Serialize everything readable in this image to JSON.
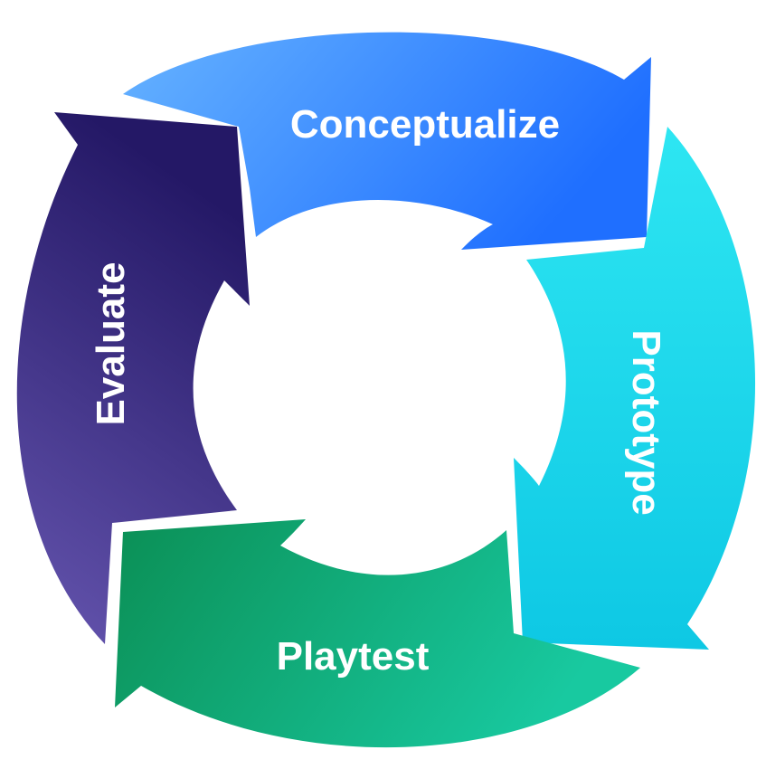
{
  "stages": [
    {
      "label": "Conceptualize",
      "color_start": "#66b3ff",
      "color_end": "#1f6fff"
    },
    {
      "label": "Prototype",
      "color_start": "#2ee6f2",
      "color_end": "#0ec8e4"
    },
    {
      "label": "Playtest",
      "color_start": "#18c9a0",
      "color_end": "#0b8f55"
    },
    {
      "label": "Evaluate",
      "color_start": "#241866",
      "color_end": "#6656b0"
    }
  ],
  "background_color": "#ffffff"
}
